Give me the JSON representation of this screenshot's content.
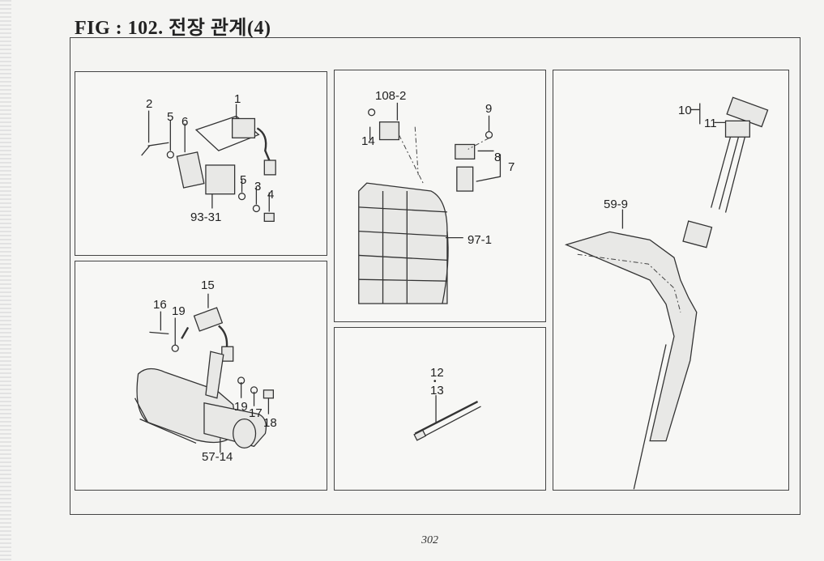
{
  "figure": {
    "title": "FIG : 102. 전장 관계(4)",
    "page_number": "302"
  },
  "panels": {
    "top_left": {
      "labels": [
        "2",
        "5",
        "6",
        "1",
        "5",
        "3",
        "4",
        "93-31"
      ]
    },
    "bottom_left": {
      "labels": [
        "15",
        "16",
        "19",
        "19",
        "17",
        "18",
        "57-14"
      ]
    },
    "top_middle": {
      "labels": [
        "108-2",
        "9",
        "14",
        "8",
        "7",
        "97-1"
      ]
    },
    "bottom_middle": {
      "labels": [
        "12",
        "•",
        "13"
      ]
    },
    "right": {
      "labels": [
        "10",
        "11",
        "59-9"
      ]
    }
  }
}
